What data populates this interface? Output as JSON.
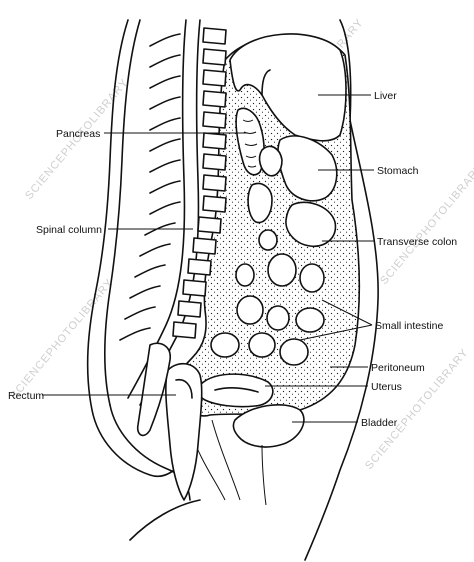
{
  "diagram": {
    "labels": {
      "liver": "Liver",
      "pancreas": "Pancreas",
      "stomach": "Stomach",
      "spinal_column": "Spinal column",
      "transverse_colon": "Transverse colon",
      "small_intestine": "Small intestine",
      "peritoneum": "Peritoneum",
      "rectum": "Rectum",
      "uterus": "Uterus",
      "bladder": "Bladder"
    },
    "watermark": "SCIENCEPHOTOLIBRARY"
  }
}
